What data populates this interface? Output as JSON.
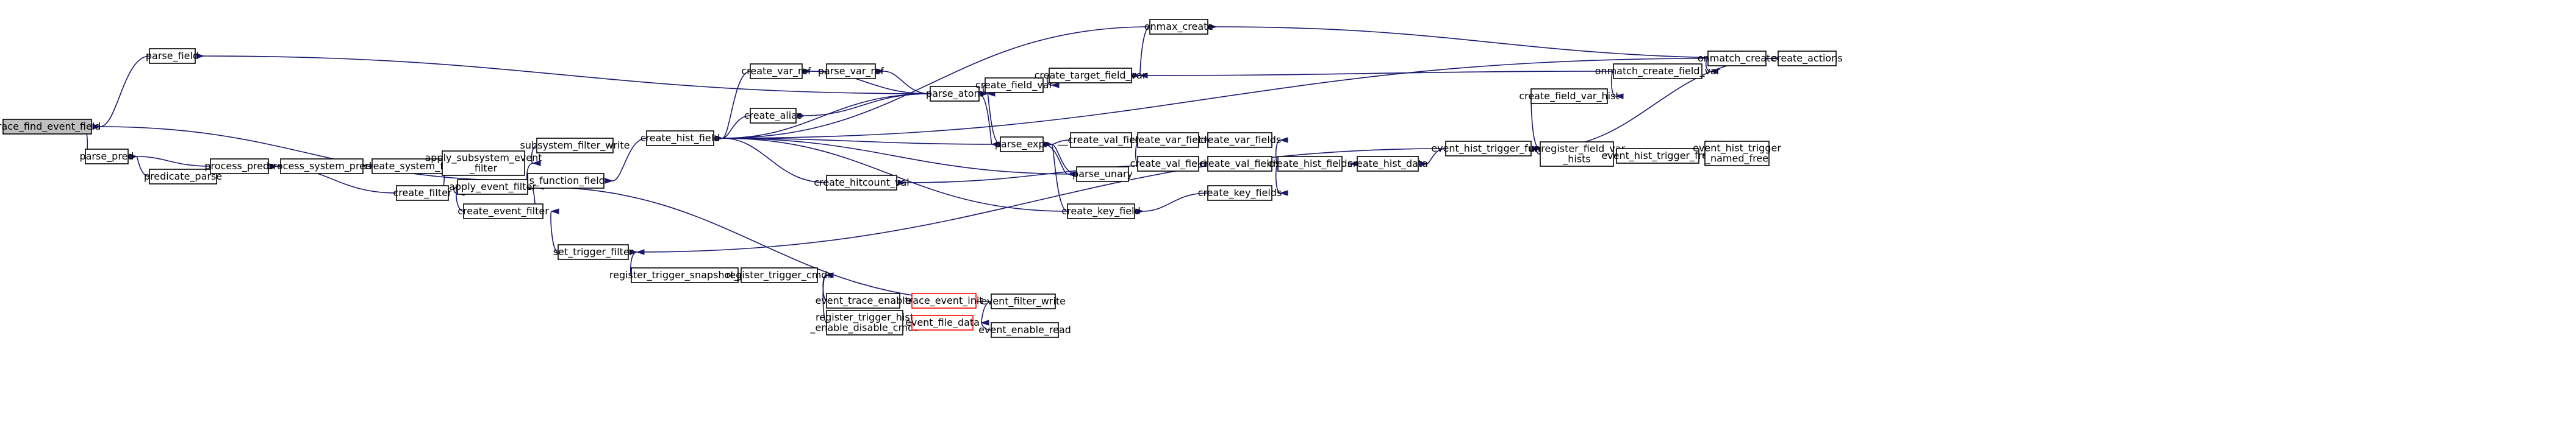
{
  "colors": {
    "edge": "#191970",
    "root_fill": "#bfbfbf",
    "node_border": "#000000",
    "truncated_border": "#ff0000"
  },
  "nodes": [
    {
      "id": "n0",
      "lines": [
        "trace_find_event_field"
      ],
      "root": true
    },
    {
      "id": "n1",
      "lines": [
        "parse_field"
      ]
    },
    {
      "id": "n2",
      "lines": [
        "parse_pred"
      ]
    },
    {
      "id": "n3",
      "lines": [
        "is_function_field"
      ]
    },
    {
      "id": "n4",
      "lines": [
        "parse_atom"
      ]
    },
    {
      "id": "n5",
      "lines": [
        "onmax_create"
      ]
    },
    {
      "id": "n6",
      "lines": [
        "predicate_parse"
      ]
    },
    {
      "id": "n7",
      "lines": [
        "process_preds"
      ]
    },
    {
      "id": "n8",
      "lines": [
        "process_system_preds"
      ]
    },
    {
      "id": "n9",
      "lines": [
        "create_system_filter"
      ]
    },
    {
      "id": "n10",
      "lines": [
        "apply_subsystem_event",
        "_filter"
      ]
    },
    {
      "id": "n11",
      "lines": [
        "subsystem_filter_write"
      ]
    },
    {
      "id": "n12",
      "lines": [
        "create_filter"
      ]
    },
    {
      "id": "n13",
      "lines": [
        "apply_event_filter"
      ]
    },
    {
      "id": "n14",
      "lines": [
        "create_event_filter"
      ]
    },
    {
      "id": "n15",
      "lines": [
        "set_trigger_filter"
      ]
    },
    {
      "id": "n16",
      "lines": [
        "register_trigger_snapshot_cmd"
      ]
    },
    {
      "id": "n17",
      "lines": [
        "register_trigger_cmds"
      ]
    },
    {
      "id": "n18",
      "lines": [
        "event_trace_enable"
      ]
    },
    {
      "id": "n19",
      "lines": [
        "trace_event_init"
      ],
      "red": true
    },
    {
      "id": "n20",
      "lines": [
        "register_trigger_hist",
        "_enable_disable_cmds"
      ]
    },
    {
      "id": "n21",
      "lines": [
        "event_file_data"
      ],
      "red": true
    },
    {
      "id": "n22",
      "lines": [
        "event_filter_write"
      ]
    },
    {
      "id": "n23",
      "lines": [
        "event_enable_read"
      ]
    },
    {
      "id": "n24",
      "lines": [
        "create_hist_field"
      ]
    },
    {
      "id": "n25",
      "lines": [
        "create_var_ref"
      ]
    },
    {
      "id": "n26",
      "lines": [
        "parse_var_ref"
      ]
    },
    {
      "id": "n27",
      "lines": [
        "create_alias"
      ]
    },
    {
      "id": "n28",
      "lines": [
        "create_hitcount_val"
      ]
    },
    {
      "id": "n29",
      "lines": [
        "create_key_field"
      ]
    },
    {
      "id": "n30",
      "lines": [
        "create_field_var"
      ]
    },
    {
      "id": "n31",
      "lines": [
        "create_target_field_var"
      ]
    },
    {
      "id": "n32",
      "lines": [
        "parse_expr"
      ]
    },
    {
      "id": "n33",
      "lines": [
        "parse_unary"
      ]
    },
    {
      "id": "n34",
      "lines": [
        "__create_val_field"
      ]
    },
    {
      "id": "n35",
      "lines": [
        "create_var_field"
      ]
    },
    {
      "id": "n36",
      "lines": [
        "create_val_field"
      ]
    },
    {
      "id": "n37",
      "lines": [
        "create_var_fields"
      ]
    },
    {
      "id": "n38",
      "lines": [
        "create_val_fields"
      ]
    },
    {
      "id": "n39",
      "lines": [
        "create_key_fields"
      ]
    },
    {
      "id": "n40",
      "lines": [
        "create_hist_fields"
      ]
    },
    {
      "id": "n41",
      "lines": [
        "create_hist_data"
      ]
    },
    {
      "id": "n42",
      "lines": [
        "event_hist_trigger_func"
      ]
    },
    {
      "id": "n43",
      "lines": [
        "create_field_var_hist"
      ]
    },
    {
      "id": "n44",
      "lines": [
        "onmatch_create_field_var"
      ]
    },
    {
      "id": "n45",
      "lines": [
        "onmatch_create"
      ]
    },
    {
      "id": "n46",
      "lines": [
        "create_actions"
      ]
    },
    {
      "id": "n47",
      "lines": [
        "unregister_field_var",
        "_hists"
      ]
    },
    {
      "id": "n48",
      "lines": [
        "event_hist_trigger_free"
      ]
    },
    {
      "id": "n49",
      "lines": [
        "event_hist_trigger",
        "_named_free"
      ]
    }
  ]
}
